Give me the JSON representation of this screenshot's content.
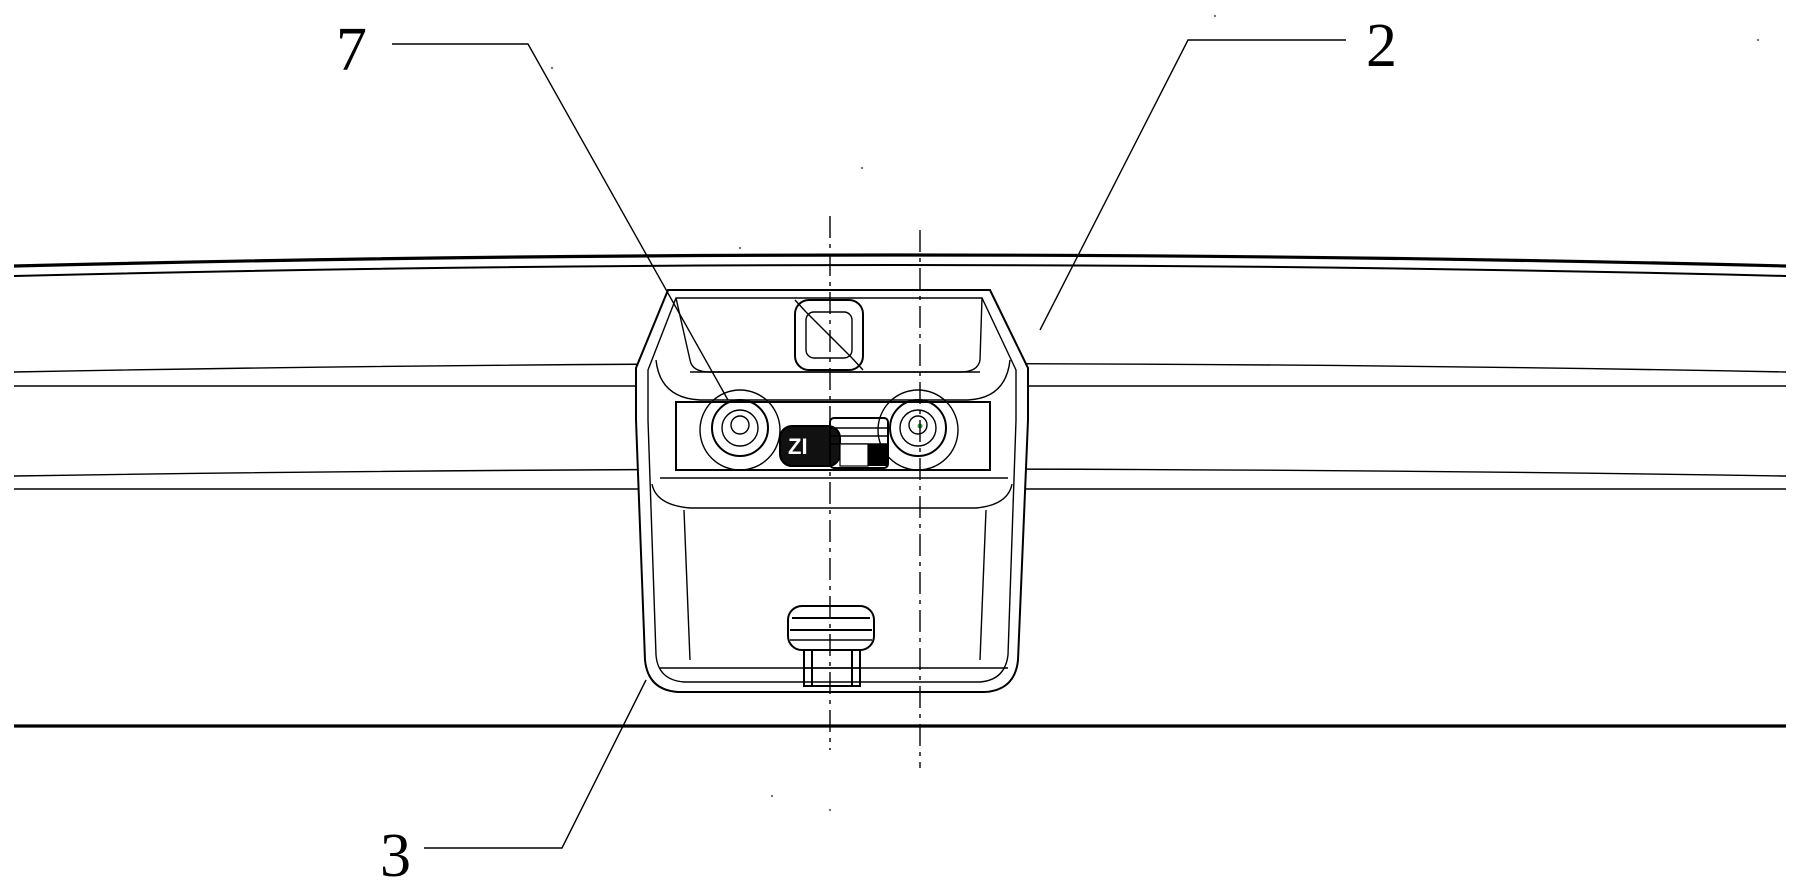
{
  "callouts": {
    "label_7": "7",
    "label_2": "2",
    "label_3": "3"
  },
  "part_marking": "ZI"
}
